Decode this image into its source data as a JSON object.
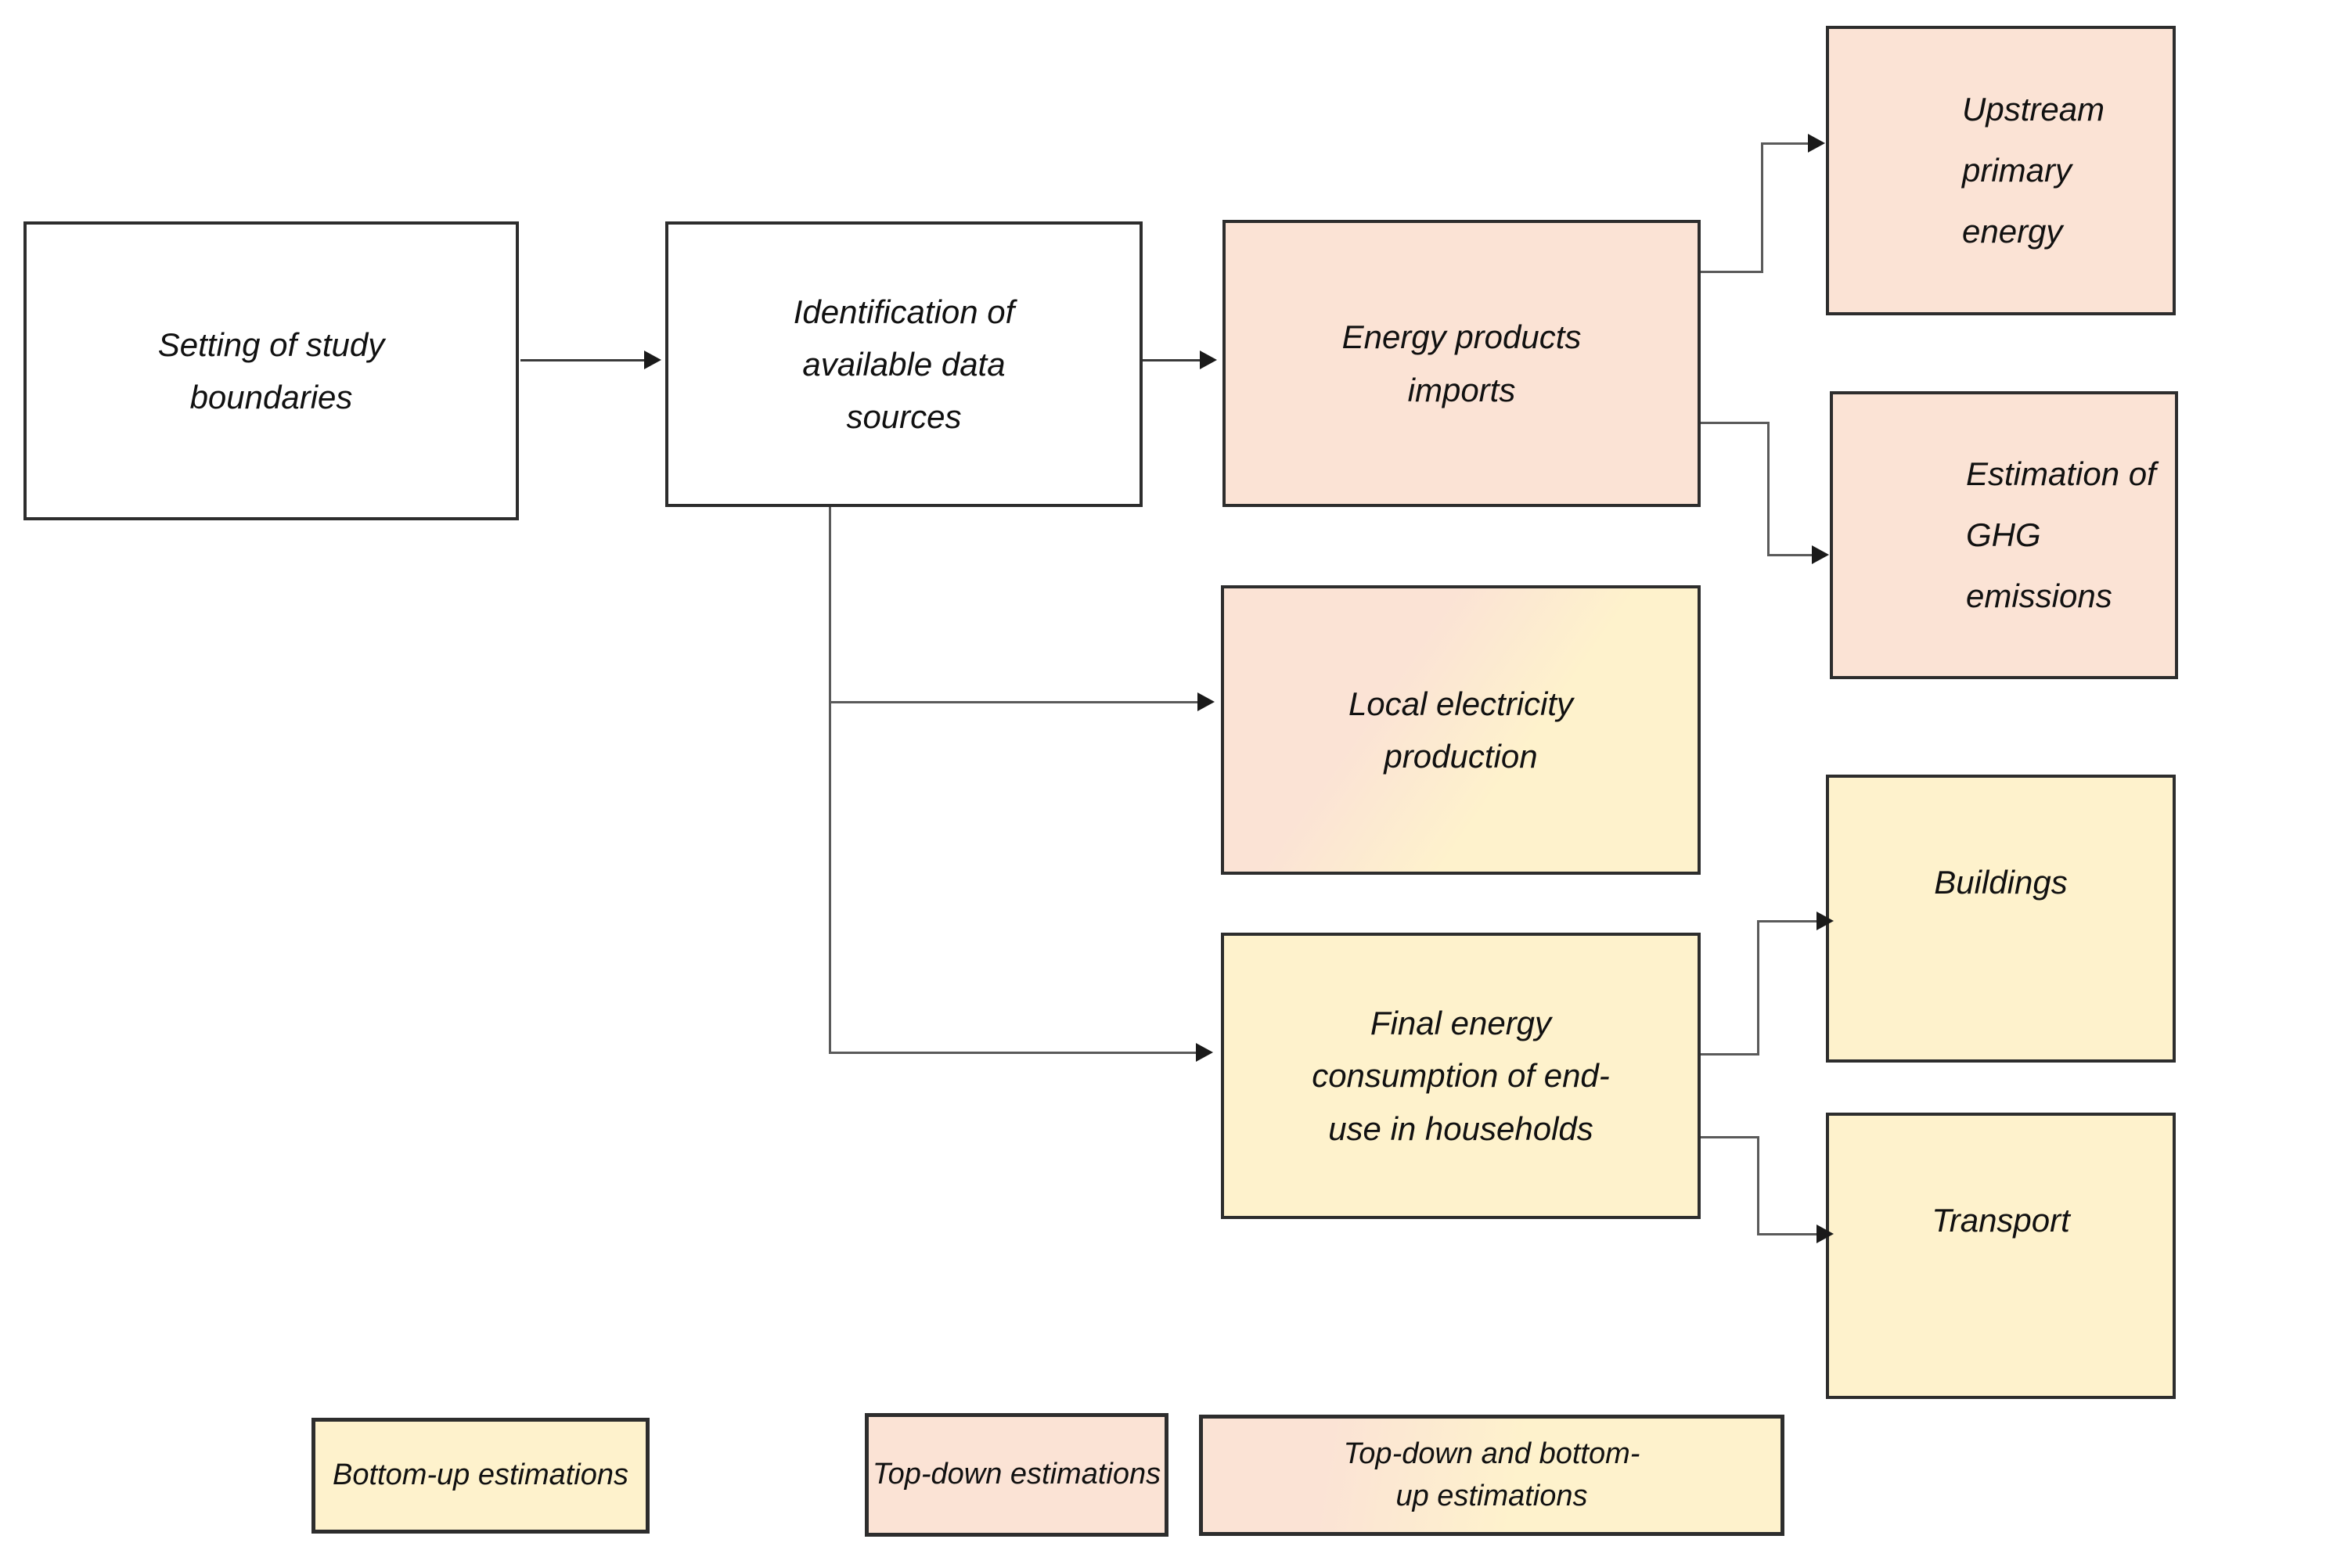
{
  "diagram": {
    "nodes": {
      "setting": {
        "label": "Setting of study\nboundaries"
      },
      "identification": {
        "label": "Identification of\navailable data\nsources"
      },
      "energy_imports": {
        "label": "Energy products\nimports"
      },
      "upstream": {
        "label": "Upstream\nprimary\nenergy"
      },
      "ghg": {
        "label": "Estimation of\nGHG\nemissions"
      },
      "local_electricity": {
        "label": "Local electricity\nproduction"
      },
      "final_energy": {
        "label": "Final energy\nconsumption of end-\nuse in households"
      },
      "buildings": {
        "label": "Buildings"
      },
      "transport": {
        "label": "Transport"
      }
    },
    "legend": {
      "bottom_up": {
        "label": "Bottom-up estimations"
      },
      "top_down": {
        "label": "Top-down estimations"
      },
      "mixed": {
        "label": "Top-down and bottom-\nup estimations"
      }
    },
    "colors": {
      "bottom_up_fill": "#fef2cc",
      "top_down_fill": "#fbe3d5",
      "plain_fill": "#ffffff",
      "border": "#2d2d2d",
      "connector": "#5a5a5a"
    }
  }
}
